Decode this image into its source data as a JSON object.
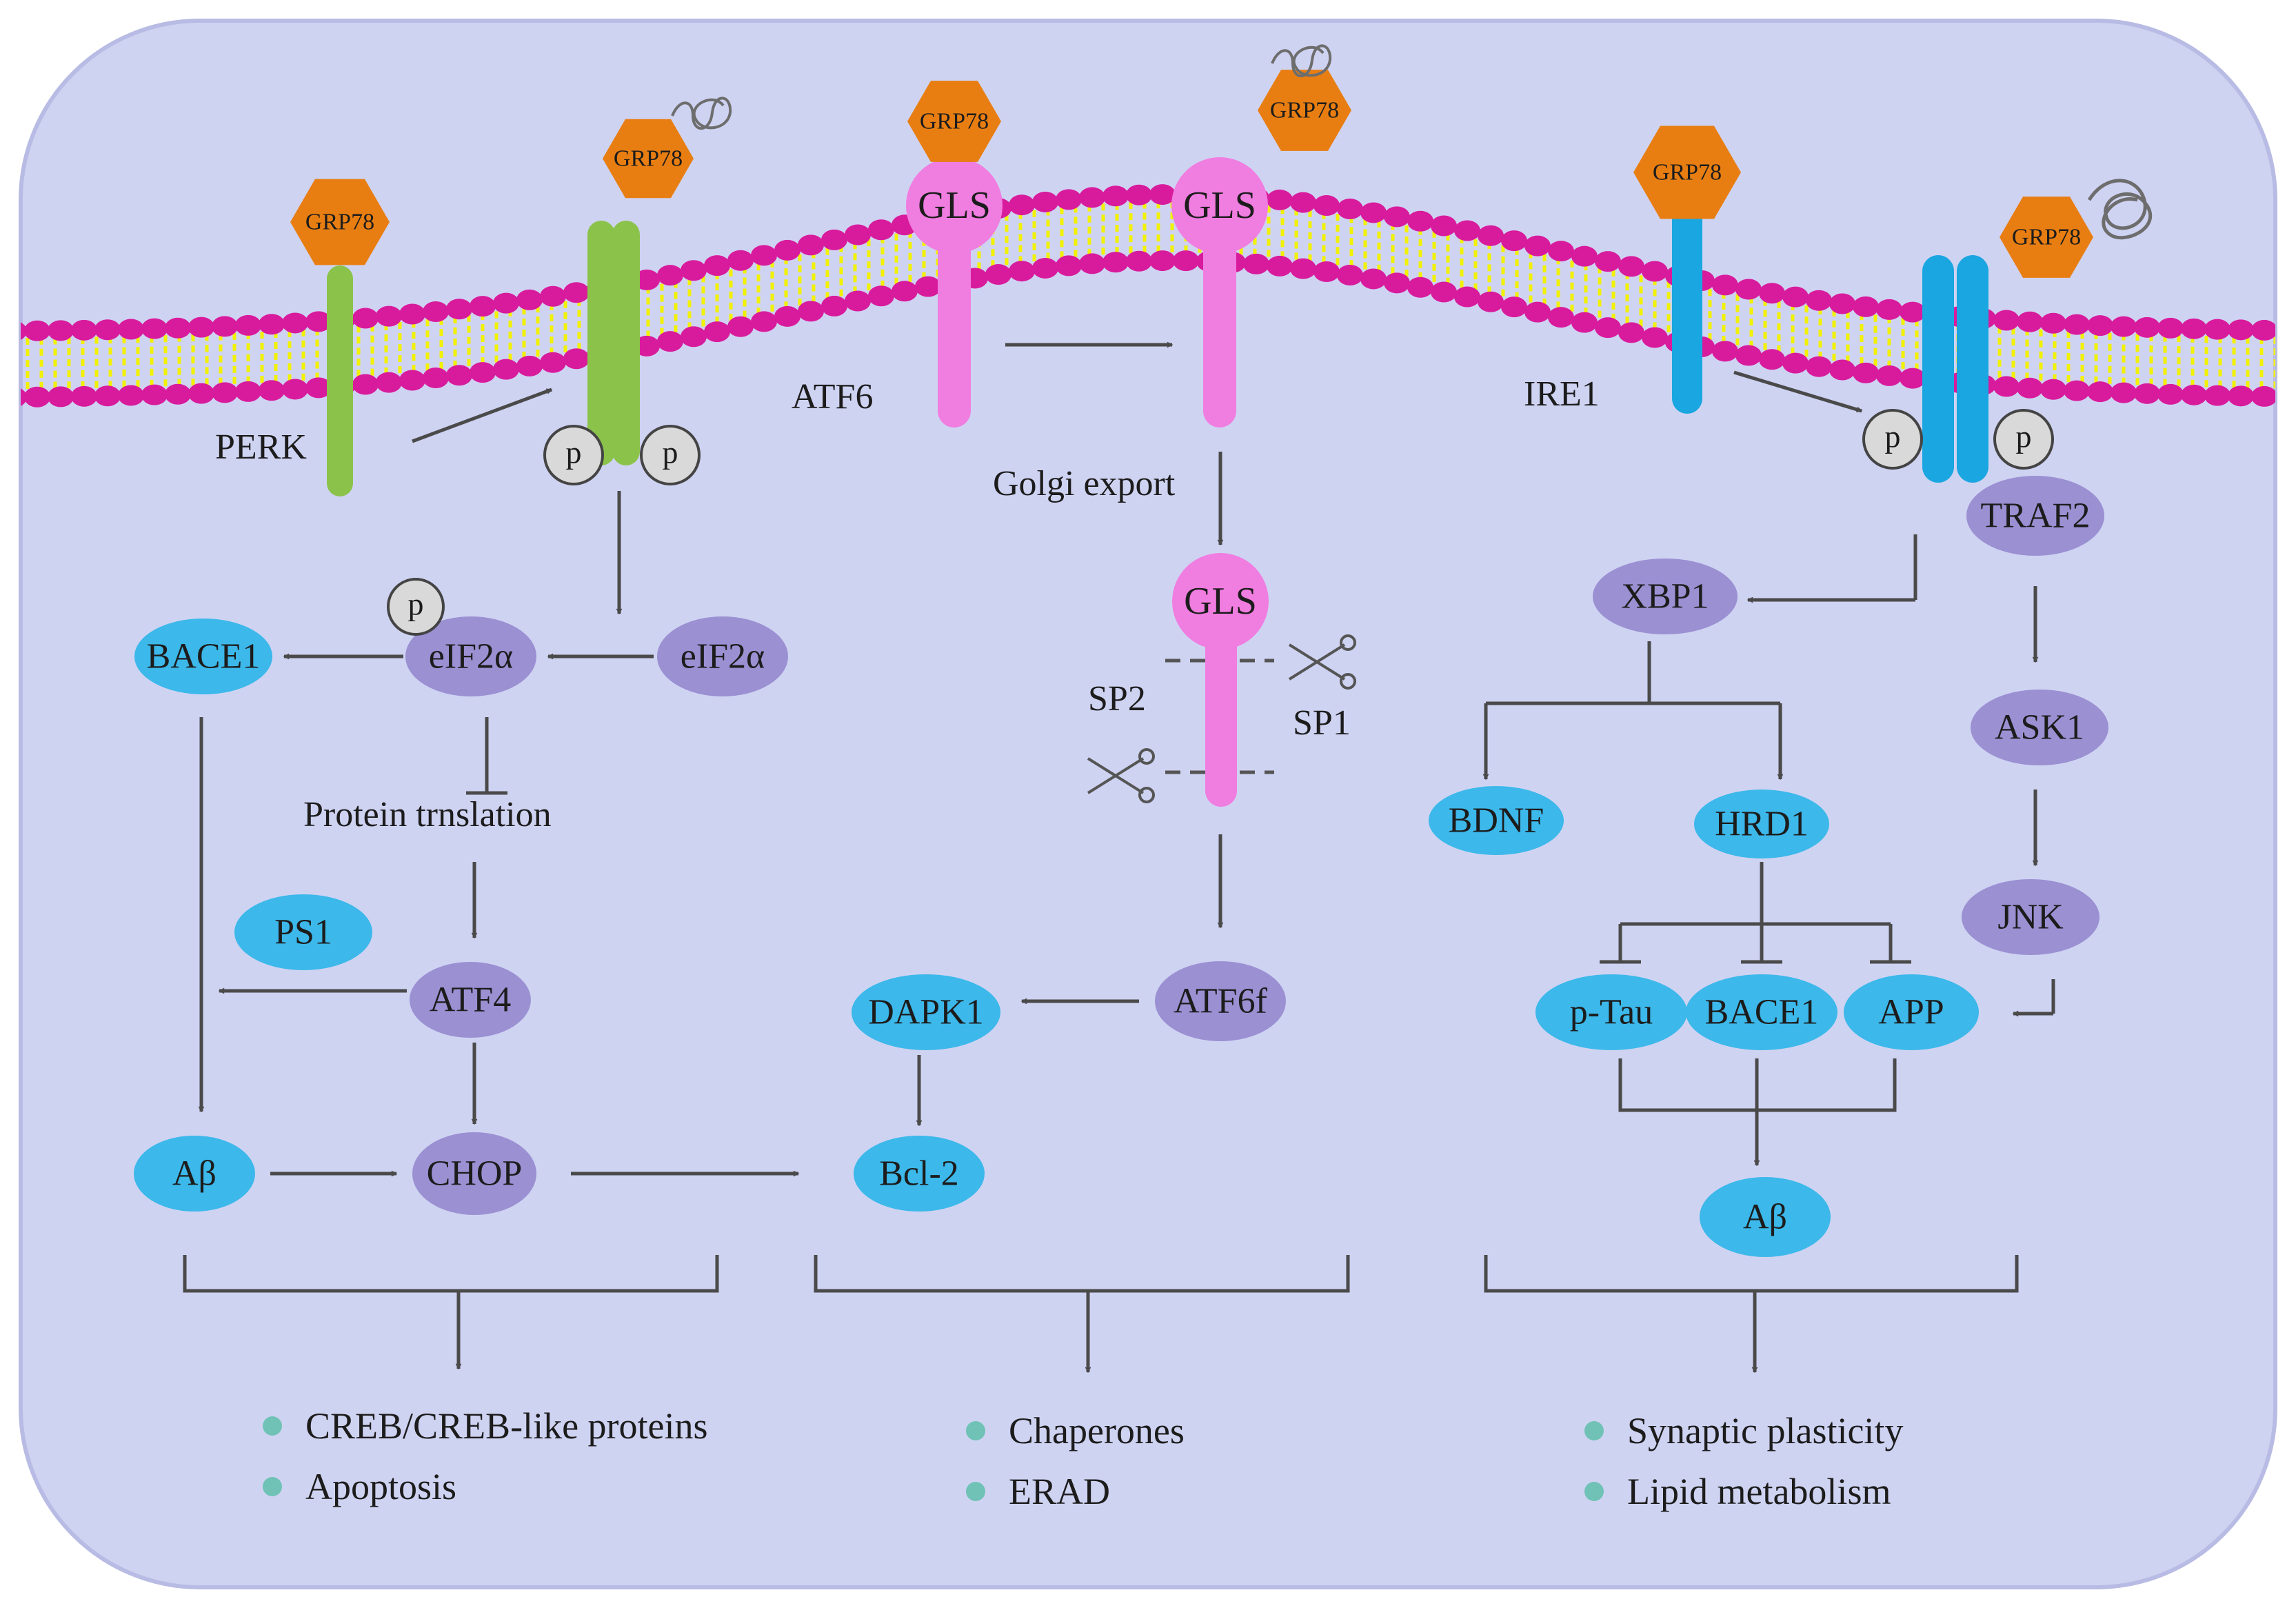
{
  "colors": {
    "cell_fill": "#cfd3f2",
    "cell_border": "#a9acd8",
    "lipid_head": "#d81b9c",
    "lipid_tail": "#f2f200",
    "grp78": "#e87e12",
    "perk": "#8bc34a",
    "atf6": "#f07de0",
    "ire1": "#1aa6e0",
    "blue_node": "#3cb8ea",
    "purple_node": "#9a90d2",
    "phospho": "#d9d9d9",
    "arrow": "#4a4a4a",
    "bullet": "#6fc2b5"
  },
  "membrane": {
    "grp78_label": "GRP78",
    "gls_label": "GLS",
    "phospho_label": "p"
  },
  "receptors": {
    "perk": "PERK",
    "atf6": "ATF6",
    "ire1": "IRE1"
  },
  "perk_branch": {
    "eif2a_p": "eIF2α",
    "eif2a": "eIF2α",
    "bace1": "BACE1",
    "protein_translation": "Protein trnslation",
    "ps1": "PS1",
    "atf4": "ATF4",
    "abeta": "Aβ",
    "chop": "CHOP"
  },
  "atf6_branch": {
    "golgi_export": "Golgi export",
    "gls": "GLS",
    "sp1": "SP1",
    "sp2": "SP2",
    "atf6f": "ATF6f",
    "dapk1": "DAPK1",
    "bcl2": "Bcl-2"
  },
  "ire1_branch": {
    "traf2": "TRAF2",
    "xbp1": "XBP1",
    "ask1": "ASK1",
    "jnk": "JNK",
    "bdnf": "BDNF",
    "hrd1": "HRD1",
    "ptau": "p-Tau",
    "bace1": "BACE1",
    "app": "APP",
    "abeta": "Aβ"
  },
  "outcomes": {
    "perk": [
      "CREB/CREB-like proteins",
      "Apoptosis"
    ],
    "atf6": [
      "Chaperones",
      "ERAD"
    ],
    "ire1": [
      "Synaptic plasticity",
      "Lipid metabolism"
    ]
  }
}
